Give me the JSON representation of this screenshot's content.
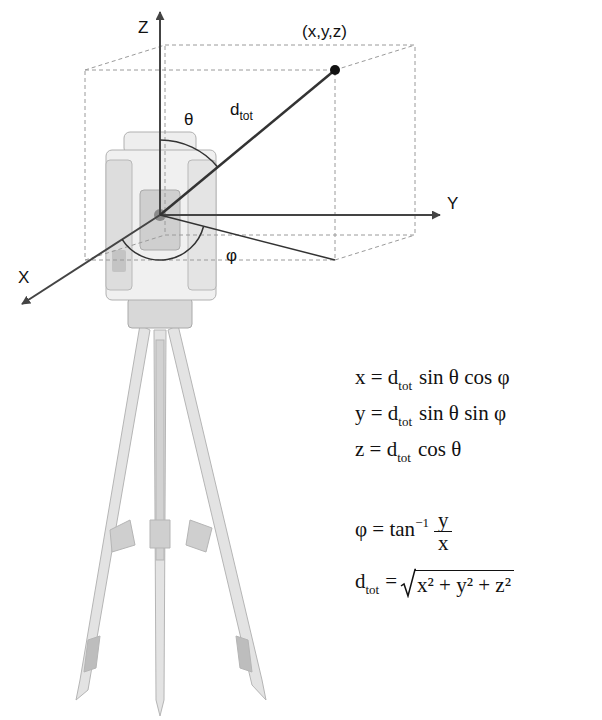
{
  "diagram": {
    "labels": [
      "Z",
      "Y",
      "X",
      "(x,y,z)",
      "θ",
      "d",
      "tot",
      "φ",
      "x = d",
      "tot",
      "sin θ cos φ",
      "y = d",
      "tot",
      "sin θ sin φ",
      "z = d",
      "tot",
      "cos θ",
      "φ = tan",
      "−1",
      "y",
      "x",
      "d",
      "tot",
      "=",
      "x² + y² + z²"
    ]
  }
}
